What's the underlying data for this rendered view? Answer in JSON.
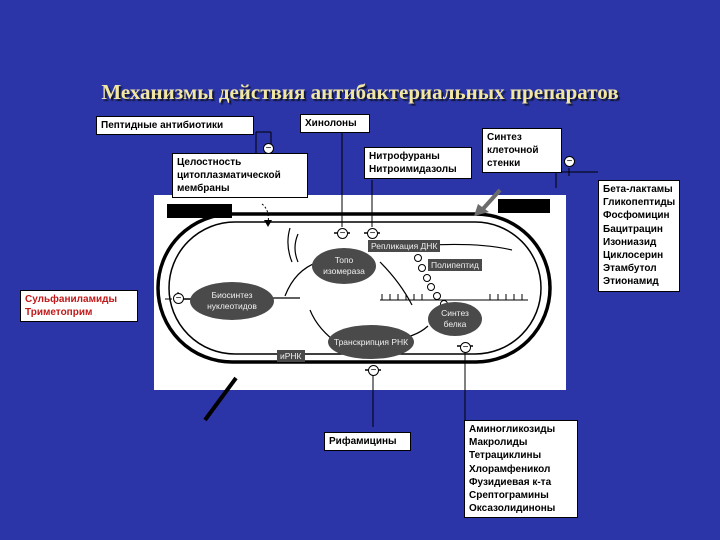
{
  "title": "Механизмы действия антибактериальных препаратов",
  "labels": {
    "peptide_antibiotics": "Пептидные антибиотики",
    "quinolones": "Хинолоны",
    "cell_wall_synthesis": [
      "Синтез",
      "клеточной",
      "стенки"
    ],
    "membrane_integrity": [
      "Целостность",
      "цитоплазматической",
      "мембраны"
    ],
    "nitrofurans": [
      "Нитрофураны",
      "Нитроимидазолы"
    ],
    "cell_wall_drugs": [
      "Бета-лактамы",
      "Гликопептиды",
      "Фосфомицин",
      "Бацитрацин",
      "Изониазид",
      "Циклосерин",
      "Этамбутол",
      "Этионамид"
    ],
    "sulfonamides": [
      "Сульфаниламиды",
      "Триметоприм"
    ],
    "rifamycins": "Рифамицины",
    "protein_synthesis_drugs": [
      "Аминогликозиды",
      "Макролиды",
      "Тетрациклины",
      "Хлорамфеникол",
      "Фузидиевая к-та",
      "Срептограмины",
      "Оксазолидиноны"
    ]
  },
  "cell": {
    "topoisomerase": "Топо изомераза",
    "nucleotide_biosynthesis": "Биосинтез нуклеотидов",
    "rna_transcription": "Транскрипция РНК",
    "protein_synthesis": "Синтез белка",
    "dna_replication": "Репликация ДНК",
    "polypeptide": "Полипептид",
    "mrna": "иРНК"
  },
  "symbols": {
    "inhibit": "−"
  },
  "colors": {
    "background": "#2b35a8",
    "title": "#f2e6a3",
    "highlight_text": "#c01818",
    "arrow": "#6b6b6b"
  }
}
